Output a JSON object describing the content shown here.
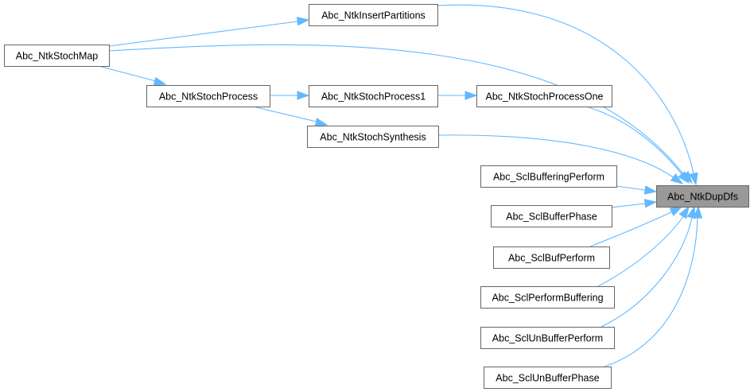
{
  "graph": {
    "title": "Abc_NtkDupDfs caller graph",
    "edge_color": "#63b8ff",
    "node_border_color": "#666666",
    "focus_fill": "#999999",
    "nodes": [
      {
        "id": "n_map",
        "label": "Abc_NtkStochMap"
      },
      {
        "id": "n_insert",
        "label": "Abc_NtkInsertPartitions"
      },
      {
        "id": "n_proc",
        "label": "Abc_NtkStochProcess"
      },
      {
        "id": "n_proc1",
        "label": "Abc_NtkStochProcess1"
      },
      {
        "id": "n_procone",
        "label": "Abc_NtkStochProcessOne"
      },
      {
        "id": "n_synth",
        "label": "Abc_NtkStochSynthesis"
      },
      {
        "id": "n_bufperf",
        "label": "Abc_SclBufferingPerform"
      },
      {
        "id": "n_bufphase",
        "label": "Abc_SclBufferPhase"
      },
      {
        "id": "n_bufp",
        "label": "Abc_SclBufPerform"
      },
      {
        "id": "n_perfbuf",
        "label": "Abc_SclPerformBuffering"
      },
      {
        "id": "n_unbufperf",
        "label": "Abc_SclUnBufferPerform"
      },
      {
        "id": "n_unbufphase",
        "label": "Abc_SclUnBufferPhase"
      },
      {
        "id": "n_dupdfs",
        "label": "Abc_NtkDupDfs",
        "focus": true
      }
    ],
    "edges": [
      {
        "from": "n_map",
        "to": "n_insert"
      },
      {
        "from": "n_map",
        "to": "n_dupdfs"
      },
      {
        "from": "n_map",
        "to": "n_proc"
      },
      {
        "from": "n_insert",
        "to": "n_dupdfs"
      },
      {
        "from": "n_proc",
        "to": "n_proc1"
      },
      {
        "from": "n_proc",
        "to": "n_synth"
      },
      {
        "from": "n_proc1",
        "to": "n_procone"
      },
      {
        "from": "n_procone",
        "to": "n_dupdfs"
      },
      {
        "from": "n_synth",
        "to": "n_dupdfs"
      },
      {
        "from": "n_bufperf",
        "to": "n_dupdfs"
      },
      {
        "from": "n_bufphase",
        "to": "n_dupdfs"
      },
      {
        "from": "n_bufp",
        "to": "n_dupdfs"
      },
      {
        "from": "n_perfbuf",
        "to": "n_dupdfs"
      },
      {
        "from": "n_unbufperf",
        "to": "n_dupdfs"
      },
      {
        "from": "n_unbufphase",
        "to": "n_dupdfs"
      }
    ]
  }
}
